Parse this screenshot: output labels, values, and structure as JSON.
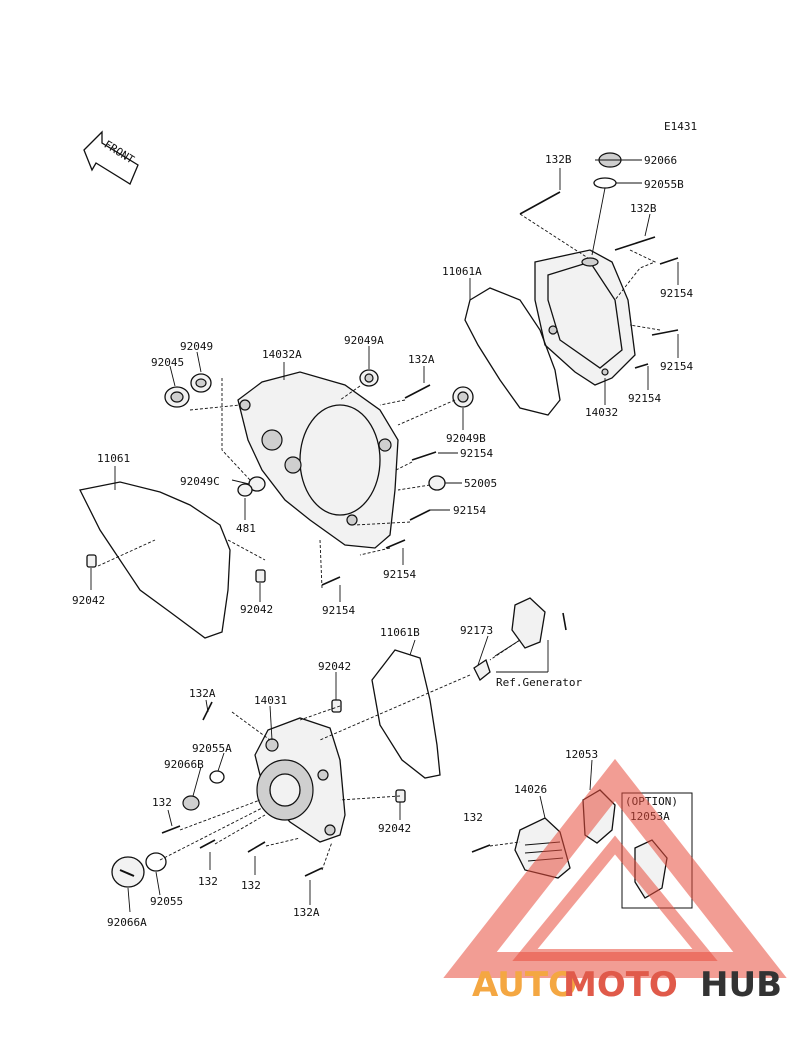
{
  "diagram_code": "E1431",
  "front_label": "FRONT",
  "ref_note": "Ref.Generator",
  "option_box": {
    "title": "(OPTION)",
    "part": "12053A"
  },
  "watermark": {
    "part1": "AUTO",
    "part2": "MOTO",
    "part3": "HUB"
  },
  "colors": {
    "watermark_orange": "#f4a742",
    "watermark_red": "#e05a4a",
    "watermark_dark": "#333333"
  },
  "labels": [
    "132B",
    "92066",
    "92055B",
    "132B",
    "11061A",
    "92154",
    "92154",
    "14032",
    "92154",
    "92049",
    "92045",
    "14032A",
    "92049A",
    "132A",
    "92049B",
    "92154",
    "11061",
    "92049C",
    "52005",
    "481",
    "92154",
    "92154",
    "92154",
    "92042",
    "92042",
    "92173",
    "11061B",
    "92042",
    "132A",
    "14031",
    "92055A",
    "92066B",
    "12053",
    "14026",
    "132",
    "132",
    "132",
    "132",
    "132A",
    "92055",
    "92066A",
    "92042"
  ]
}
